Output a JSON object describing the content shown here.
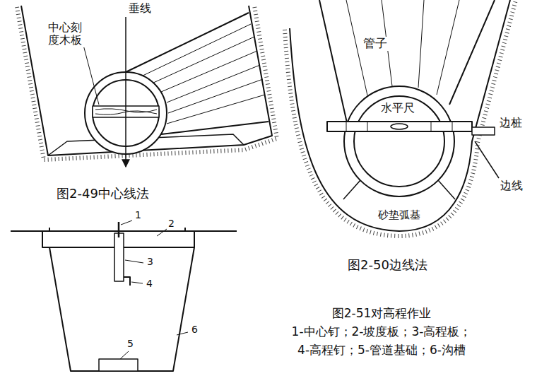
{
  "diagram": {
    "labels": [
      "垂线",
      "中心刻度木板",
      "图2-49中心线法",
      "管子",
      "水平尺",
      "边桩",
      "边线",
      "砂垫弧基",
      "图2-50边线法",
      "1",
      "2",
      "3",
      "4",
      "5",
      "6",
      "图2-51对高程作业",
      "1-中心钉；2-坡度板；3-高程板；",
      "4-高程钉；5-管道基础；6-沟槽"
    ]
  }
}
